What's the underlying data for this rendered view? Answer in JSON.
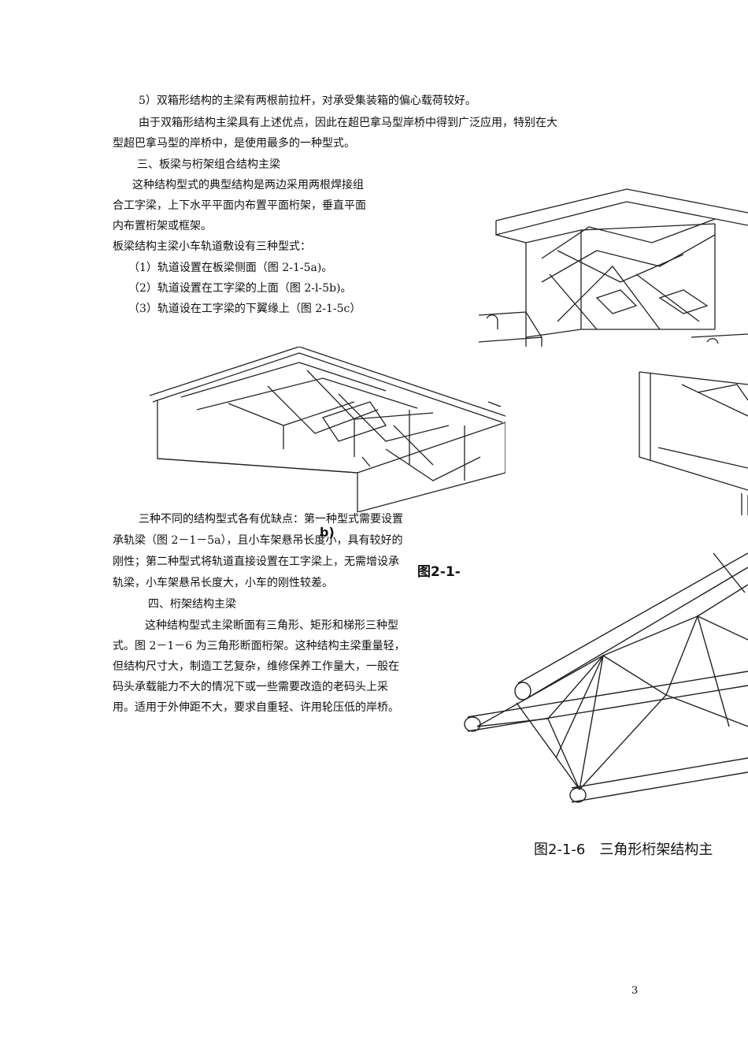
{
  "text": {
    "p5": "5）双箱形结构的主梁有两根前拉杆，对承受集装箱的偏心载荷较好。",
    "p_adv_1": "由于双箱形结构主梁具有上述优点，因此在超巴拿马型岸桥中得到广泛应用，特别在大",
    "p_adv_2": "型超巴拿马型的岸桥中，是使用最多的一种型式。",
    "h3": "三、板梁与桁架组合结构主梁",
    "p3_1": "这种结构型式的典型结构是两边采用两根焊接组",
    "p3_2": "合工字梁，上下水平平面内布置平面桁架，垂直平面",
    "p3_3": "内布置桁架或框架。",
    "p_rail": "板梁结构主梁小车轨道敷设有三种型式：",
    "item1": "（1）轨道设置在板梁侧面（图 2-1-5a)。",
    "item2": "（2）轨道设置在工字梁的上面（图 2-l-5b)。",
    "item3": "（3）轨道设在工字梁的下翼缘上（图 2-1-5c）",
    "p_cmp_1": "三种不同的结构型式各有优缺点：第一种型式需要设置",
    "p_cmp_2": "承轨梁（图 2－1－5a），且小车架悬吊长度小，具有较好的",
    "p_cmp_3": "刚性；第二种型式将轨道直接设置在工字梁上，无需增设承",
    "p_cmp_4": "轨梁，小车架悬吊长度大，小车的刚性较差。",
    "h4": "四、桁架结构主梁",
    "p4_1": "这种结构型式主梁断面有三角形、矩形和梯形三种型",
    "p4_2": "式。图 2－1－6 为三角形断面桁架。这种结构主梁重量轻，",
    "p4_3": "但结构尺寸大，制造工艺复杂，维修保养工作量大，一般在",
    "p4_4": "码头承载能力不大的情况下或一些需要改造的老码头上采",
    "p4_5": "用。适用于外伸距不大，要求自重轻、许用轮压低的岸桥。"
  },
  "figures": {
    "fig_b_label": "b)",
    "fig_2_1_5_caption": "图2-1-",
    "fig_2_1_6_caption": "图2-1-6　三角形桁架结构主"
  },
  "page_number": "3"
}
